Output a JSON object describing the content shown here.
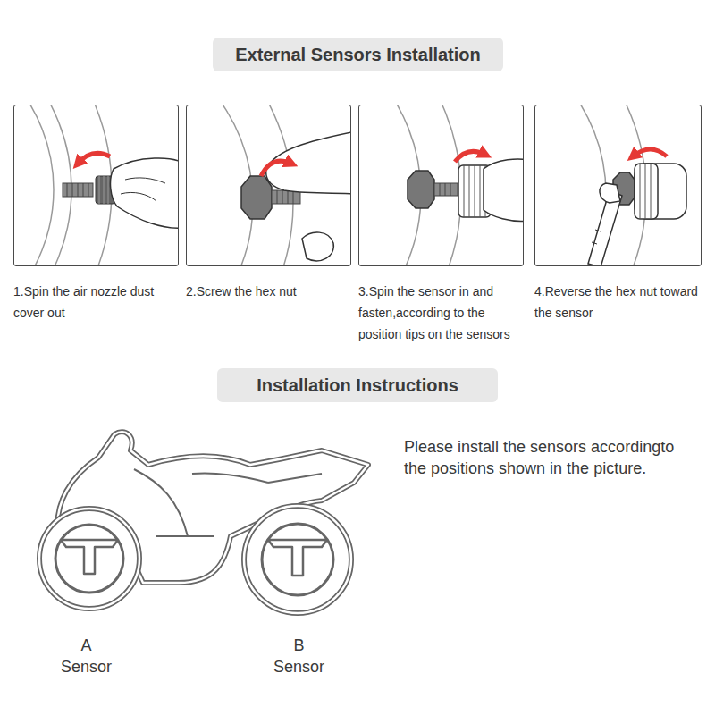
{
  "diagram": {
    "nodes": [
      {
        "text": [
          "External Sensors Installation"
        ]
      },
      {
        "text": [
          "1.Spin the air nozzle dust cover out"
        ]
      },
      {
        "text": [
          "2.Screw the hex nut"
        ]
      },
      {
        "text": [
          "3.Spin the sensor in and fasten,according to the position tips on the sensors"
        ]
      },
      {
        "text": [
          "4.Reverse the hex nut toward the sensor"
        ]
      },
      {
        "text": [
          "Installation Instructions"
        ]
      }
    ],
    "labels": [
      "Please install the sensors accordingto the positions shown in the picture.",
      "A Sensor",
      "B Sensor"
    ]
  }
}
